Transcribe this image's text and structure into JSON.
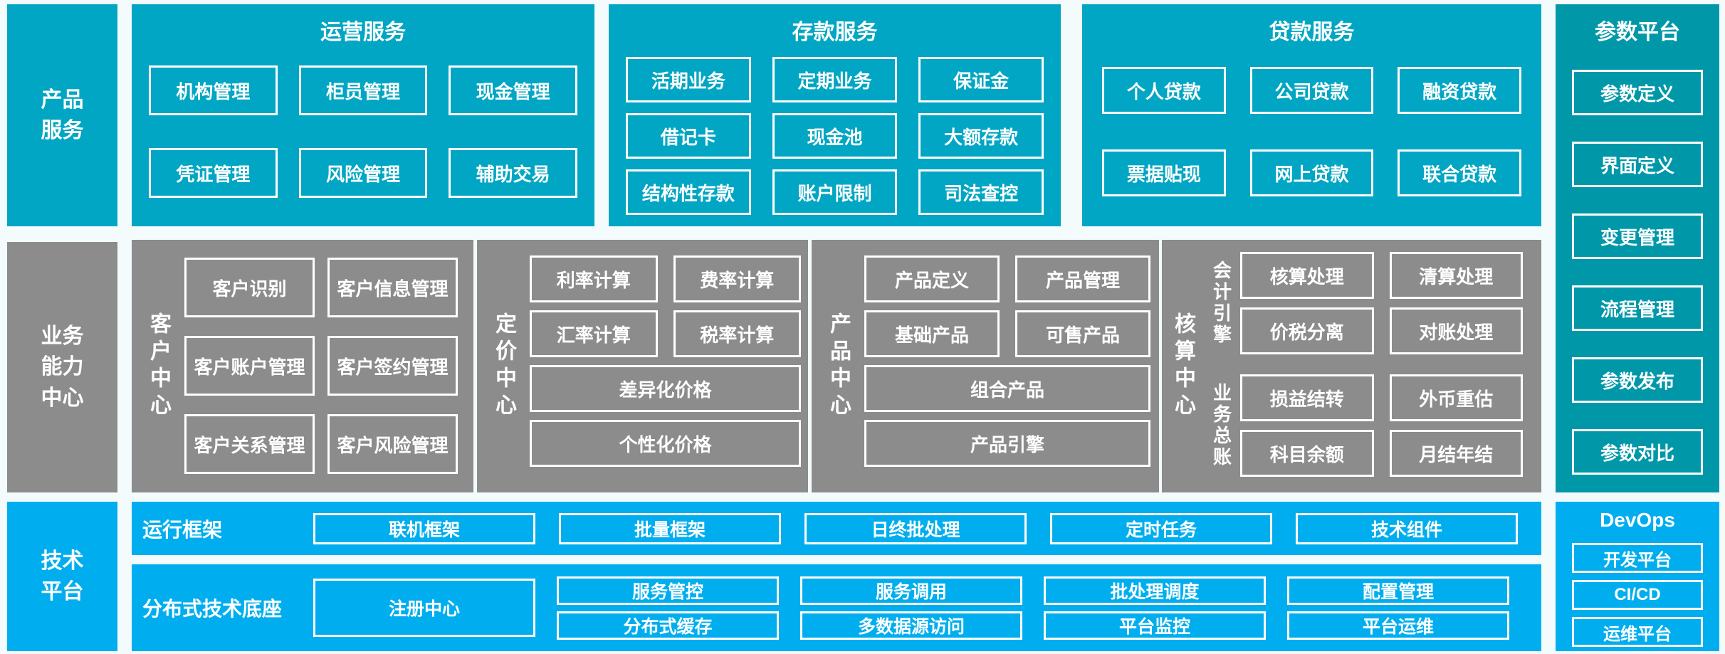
{
  "palette": {
    "teal": "#00A6C3",
    "teal_dark": "#0098A9",
    "gray": "#8C8C8C",
    "blue": "#00AEEF",
    "page_background": "#F4FBFD",
    "node_border": "#FFFFFF",
    "text": "#FFFFFF"
  },
  "rail": {
    "product": "产品\n服务",
    "business": "业务\n能力\n中心",
    "tech": "技术\n平台"
  },
  "ops": {
    "title": "运营服务",
    "items": [
      "机构管理",
      "柜员管理",
      "现金管理",
      "凭证管理",
      "风险管理",
      "辅助交易"
    ]
  },
  "deposit": {
    "title": "存款服务",
    "items": [
      "活期业务",
      "定期业务",
      "保证金",
      "借记卡",
      "现金池",
      "大额存款",
      "结构性存款",
      "账户限制",
      "司法查控"
    ]
  },
  "loan": {
    "title": "贷款服务",
    "items": [
      "个人贷款",
      "公司贷款",
      "融资贷款",
      "票据贴现",
      "网上贷款",
      "联合贷款"
    ]
  },
  "param": {
    "title": "参数平台",
    "items": [
      "参数定义",
      "界面定义",
      "变更管理",
      "流程管理",
      "参数发布",
      "参数对比"
    ]
  },
  "customer": {
    "label": "客户中心",
    "items": [
      "客户识别",
      "客户信息管理",
      "客户账户管理",
      "客户签约管理",
      "客户关系管理",
      "客户风险管理"
    ]
  },
  "pricing": {
    "label": "定价中心",
    "items": [
      "利率计算",
      "费率计算",
      "汇率计算",
      "税率计算"
    ],
    "wide": [
      "差异化价格",
      "个性化价格"
    ]
  },
  "product": {
    "label": "产品中心",
    "items": [
      "产品定义",
      "产品管理",
      "基础产品",
      "可售产品"
    ],
    "wide": [
      "组合产品",
      "产品引擎"
    ]
  },
  "accounting": {
    "label": "核算中心",
    "groups": [
      {
        "label": "会计引擎",
        "items": [
          "核算处理",
          "清算处理",
          "价税分离",
          "对账处理"
        ]
      },
      {
        "label": "业务总账",
        "items": [
          "损益结转",
          "外币重估",
          "科目余额",
          "月结年结"
        ]
      }
    ]
  },
  "runtime": {
    "label": "运行框架",
    "items": [
      "联机框架",
      "批量框架",
      "日终批处理",
      "定时任务",
      "技术组件"
    ]
  },
  "distributed": {
    "label": "分布式技术底座",
    "registry": "注册中心",
    "columns": [
      [
        "服务管控",
        "分布式缓存"
      ],
      [
        "服务调用",
        "多数据源访问"
      ],
      [
        "批处理调度",
        "平台监控"
      ],
      [
        "配置管理",
        "平台运维"
      ]
    ]
  },
  "devops": {
    "title": "DevOps",
    "items": [
      "开发平台",
      "CI/CD",
      "运维平台"
    ]
  }
}
